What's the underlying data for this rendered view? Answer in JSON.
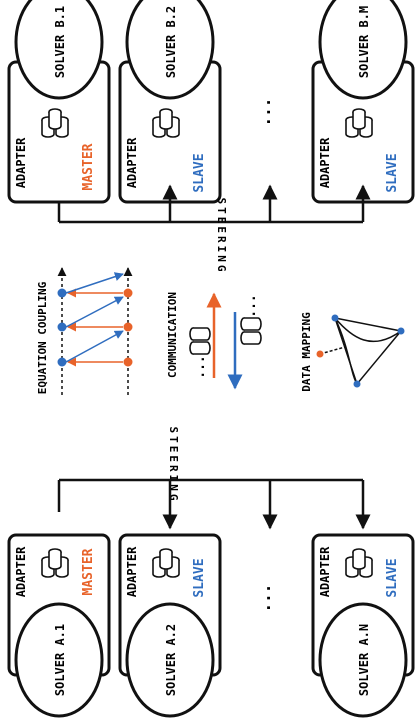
{
  "colors": {
    "master": "#e8632a",
    "slave": "#2f6dbf",
    "stroke": "#111111"
  },
  "top_group": {
    "solvers": [
      {
        "solver_label": "SOLVER B.1",
        "adapter_label": "ADAPTER",
        "role": "MASTER"
      },
      {
        "solver_label": "SOLVER B.2",
        "adapter_label": "ADAPTER",
        "role": "SLAVE"
      },
      {
        "solver_label": "SOLVER B.M",
        "adapter_label": "ADAPTER",
        "role": "SLAVE"
      }
    ],
    "ellipsis": "...",
    "steering_label": "STEERING"
  },
  "bottom_group": {
    "solvers": [
      {
        "solver_label": "SOLVER A.1",
        "adapter_label": "ADAPTER",
        "role": "MASTER"
      },
      {
        "solver_label": "SOLVER A.2",
        "adapter_label": "ADAPTER",
        "role": "SLAVE"
      },
      {
        "solver_label": "SOLVER A.N",
        "adapter_label": "ADAPTER",
        "role": "SLAVE"
      }
    ],
    "ellipsis": "...",
    "steering_label": "STEERING"
  },
  "middle": {
    "equation_coupling_label": "EQUATION COUPLING",
    "communication_label": "COMMUNICATION",
    "data_mapping_label": "DATA MAPPING",
    "comm_dots": "..."
  }
}
